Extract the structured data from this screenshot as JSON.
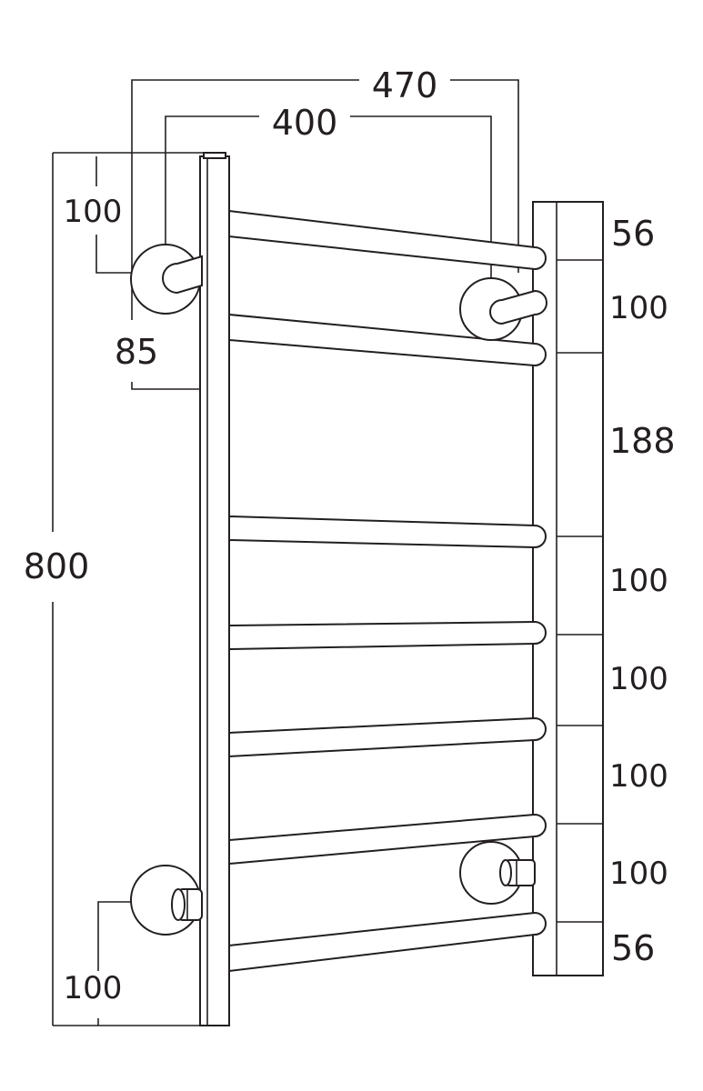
{
  "dimensions": {
    "top_outer": "470",
    "top_inner": "400",
    "left_top_offset": "100",
    "left_bracket_offset": "85",
    "height_total": "800",
    "left_bottom_offset": "100",
    "right_spacings": [
      "56",
      "100",
      "188",
      "100",
      "100",
      "100",
      "100",
      "56"
    ]
  },
  "colors": {
    "line": "#231f20",
    "background": "#ffffff"
  }
}
